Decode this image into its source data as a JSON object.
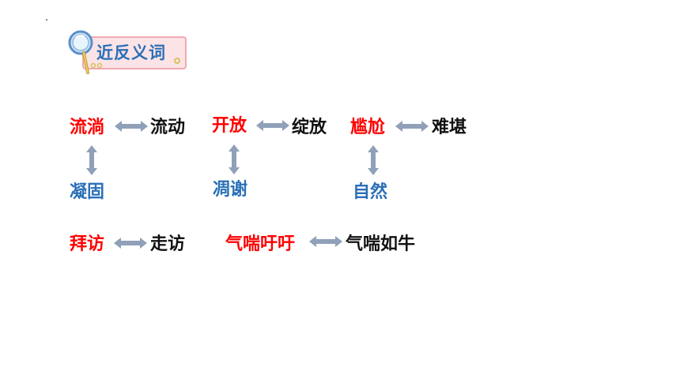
{
  "title": "近反义词",
  "icons": {
    "badge_icon": "magnifier-icon",
    "arrow_h": "double-arrow-horizontal-icon",
    "arrow_v": "double-arrow-vertical-icon"
  },
  "colors": {
    "word_red": "#ff0000",
    "word_black": "#111111",
    "word_blue": "#2a6fb7",
    "arrow": "#8fa0b8",
    "badge_bg": "#fbe3e6",
    "badge_border": "#f2a9b1"
  },
  "groups": [
    {
      "word": "流淌",
      "synonym": "流动",
      "antonym": "凝固"
    },
    {
      "word": "开放",
      "synonym": "绽放",
      "antonym": "凋谢"
    },
    {
      "word": "尴尬",
      "synonym": "难堪",
      "antonym": "自然"
    },
    {
      "word": "拜访",
      "synonym": "走访"
    },
    {
      "word": "气喘吁吁",
      "synonym": "气喘如牛"
    }
  ]
}
